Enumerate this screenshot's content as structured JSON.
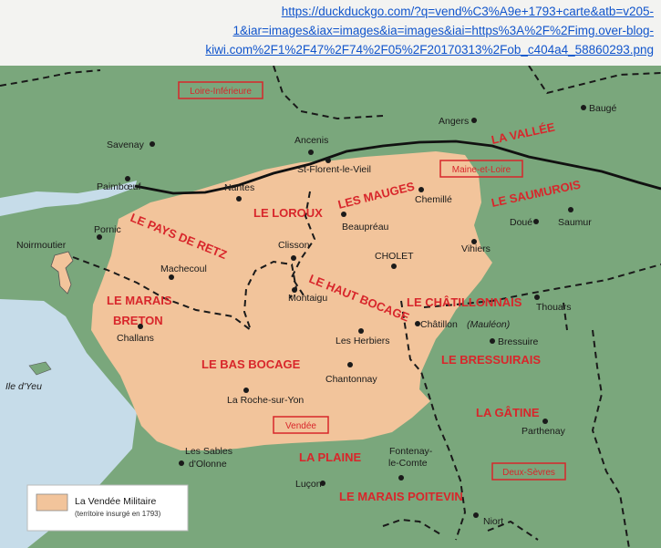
{
  "source_link": {
    "line1": "https://duckduckgo.com/?q=vend%C3%A9e+1793+carte&atb=v205-",
    "line2": "1&iar=images&iax=images&ia=images&iai=https%3A%2F%2Fimg.over-blog-",
    "line3": "kiwi.com%2F1%2F47%2F74%2F05%2F20170313%2Fob_c404a4_58860293.png"
  },
  "map": {
    "colors": {
      "sea": "#c6dce9",
      "land": "#7aa77c",
      "insurgent": "#f2c49b",
      "boundary": "#1a1a1a",
      "label_red": "#d8262b",
      "city": "#1a1a1a"
    },
    "boxed_labels": {
      "loire_inferieure": "Loire-Inférieure",
      "maine_et_loire": "Maine-et-Loire",
      "vendee": "Vendée",
      "deux_sevres": "Deux-Sèvres"
    },
    "regions": {
      "la_vallee": "LA VALLÉE",
      "le_saumurois": "LE SAUMUROIS",
      "les_mauges": "LES MAUGES",
      "le_loroux": "LE LOROUX",
      "pays_de_retz": "LE PAYS DE RETZ",
      "haut_bocage": "LE HAUT BOCAGE",
      "chatillonnais": "LE CHÂTILLONNAIS",
      "marais_breton_1": "LE MARAIS",
      "marais_breton_2": "BRETON",
      "bas_bocage": "LE BAS BOCAGE",
      "bressuirais": "LE BRESSUIRAIS",
      "gatine": "LA GÂTINE",
      "la_plaine": "LA PLAINE",
      "marais_poitevin": "LE MARAIS POITEVIN"
    },
    "cities": {
      "angers": "Angers",
      "bauge": "Baugé",
      "savenay": "Savenay",
      "ancenis": "Ancenis",
      "st_florent": "St-Florent-le-Vieil",
      "paimboeuf": "Paimbœuf",
      "nantes": "Nantes",
      "chemille": "Chemillé",
      "pornic": "Pornic",
      "beaupreau": "Beaupréau",
      "doue": "Doué",
      "saumur": "Saumur",
      "noirmoutier": "Noirmoutier",
      "clisson": "Clisson",
      "cholet": "CHOLET",
      "vihiers": "Vihiers",
      "machecoul": "Machecoul",
      "montaigu": "Montaigu",
      "thouars": "Thouars",
      "chatillon": "Châtillon",
      "mauleon": "(Mauléon)",
      "challans": "Challans",
      "les_herbiers": "Les Herbiers",
      "bressuire": "Bressuire",
      "ile_yeu": "Ile d'Yeu",
      "chantonnay": "Chantonnay",
      "la_roche": "La Roche-sur-Yon",
      "parthenay": "Parthenay",
      "sables_1": "Les Sables",
      "sables_2": "d'Olonne",
      "fontenay_1": "Fontenay-",
      "fontenay_2": "le-Comte",
      "lucon": "Luçon",
      "niort": "Niort"
    },
    "legend": {
      "title": "La Vendée Militaire",
      "subtitle": "(territoire insurgé en 1793)"
    }
  }
}
